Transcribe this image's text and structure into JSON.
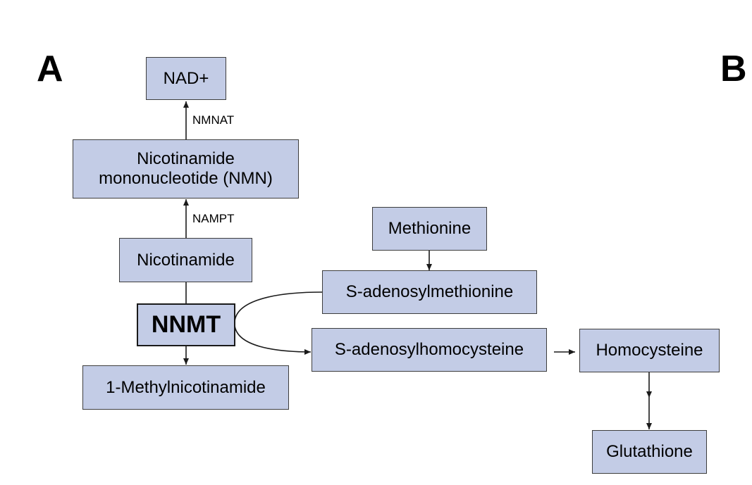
{
  "panel_labels": {
    "a": "A",
    "b": "B"
  },
  "nodes": {
    "nad": "NAD+",
    "nmn": "Nicotinamide\nmononucleotide (NMN)",
    "nicotinamide": "Nicotinamide",
    "nnmt": "NNMT",
    "methylnicotinamide": "1-Methylnicotinamide",
    "methionine": "Methionine",
    "sam": "S-adenosylmethionine",
    "sah": "S-adenosylhomocysteine",
    "homocysteine": "Homocysteine",
    "glutathione": "Glutathione"
  },
  "enzymes": {
    "nmnat": "NMNAT",
    "nampt": "NAMPT"
  },
  "colors": {
    "node_fill": "#c3cce6",
    "node_border": "#3d3d3d",
    "line": "#1a1a1a"
  }
}
